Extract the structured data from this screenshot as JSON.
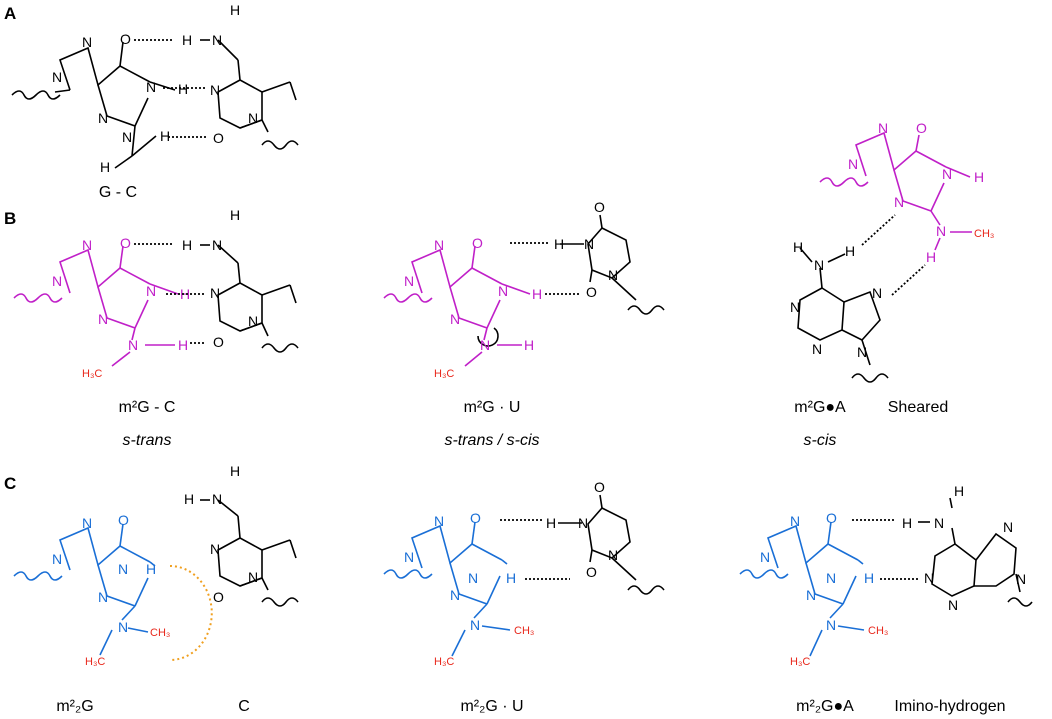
{
  "colors": {
    "black": "#000000",
    "magenta": "#c020c8",
    "blue": "#1a6fd6",
    "red": "#e8281c",
    "orange": "#f0a020"
  },
  "panels": {
    "A": {
      "letter": "A",
      "caption": "G - C"
    },
    "B": {
      "letter": "B",
      "pair1": {
        "caption": "m²G - C",
        "conformation": "s-trans"
      },
      "pair2": {
        "caption": "m²G · U",
        "conformation": "s-trans / s-cis"
      },
      "pair3": {
        "caption": "m²G●A",
        "note": "Sheared",
        "conformation": "s-cis"
      }
    },
    "C": {
      "letter": "C",
      "pair1": {
        "caption_left": "m²₂G",
        "caption_right": "C"
      },
      "pair2": {
        "caption": "m²₂G · U"
      },
      "pair3": {
        "caption": "m²₂G●A",
        "note": "Imino-hydrogen"
      }
    }
  },
  "atoms": {
    "N": "N",
    "O": "O",
    "H": "H",
    "CH3": "CH₃",
    "H3C": "H₃C"
  }
}
